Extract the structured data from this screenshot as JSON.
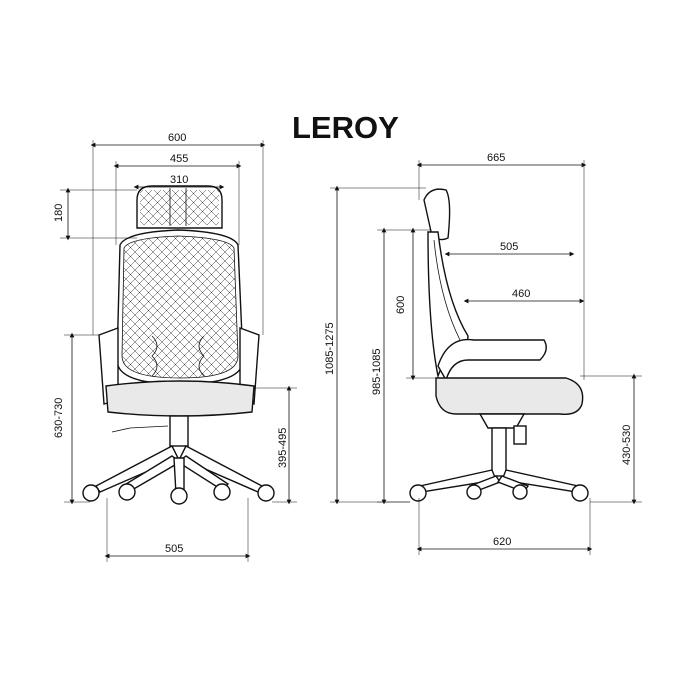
{
  "title": "LEROY",
  "front_view": {
    "width_overall": "600",
    "width_back": "455",
    "width_headrest": "310",
    "headrest_height": "180",
    "armrest_height": "630-730",
    "seat_height": "395-495",
    "base_width": "505"
  },
  "side_view": {
    "depth_overall": "665",
    "backrest_depth": "505",
    "seat_depth": "460",
    "backrest_height": "600",
    "total_height": "1085-1275",
    "height_range": "985-1085",
    "seat_height": "430-530",
    "base_depth": "620"
  },
  "colors": {
    "line": "#111111",
    "fill": "#e9e9e9",
    "background": "#ffffff"
  }
}
